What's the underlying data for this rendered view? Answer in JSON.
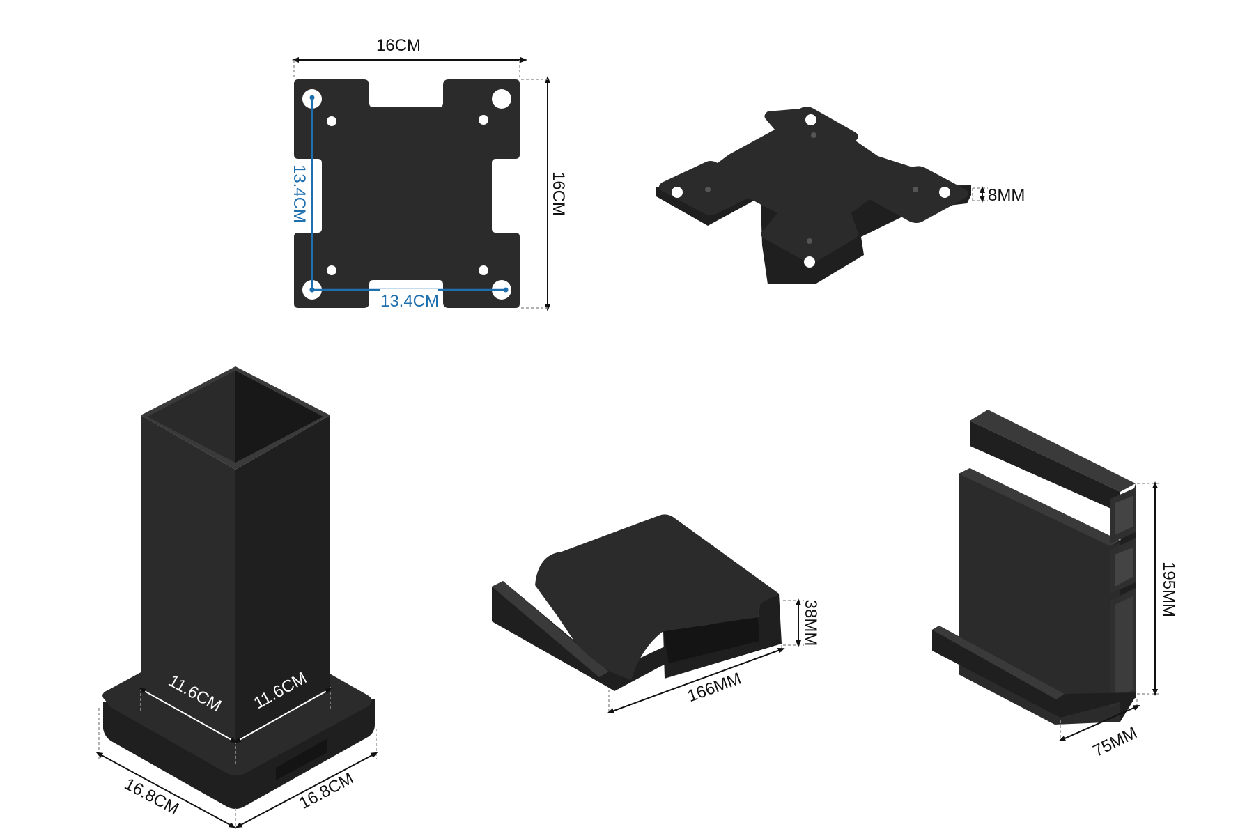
{
  "colors": {
    "product": "#2b2b2b",
    "dimension_line": "#111111",
    "hole_spacing": "#1e6fae",
    "background": "#ffffff"
  },
  "plate_top": {
    "width": "16CM",
    "height": "16CM",
    "hole_spacing_vertical": "13.4CM",
    "hole_spacing_horizontal": "13.4CM"
  },
  "plate_iso": {
    "thickness": "8MM"
  },
  "tower": {
    "inner_width": "11.6CM",
    "inner_depth": "11.6CM",
    "base_width": "16.8CM",
    "base_depth": "16.8CM"
  },
  "cradle": {
    "length": "166MM",
    "height": "38MM"
  },
  "stand": {
    "height": "195MM",
    "width": "75MM"
  }
}
